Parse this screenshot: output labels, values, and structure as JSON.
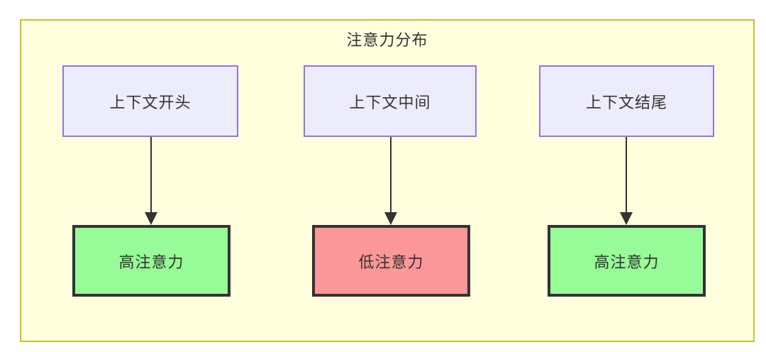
{
  "diagram": {
    "title": "注意力分布",
    "container": {
      "background_color": "#ffffdd",
      "border_color": "#c3c32e"
    },
    "colors": {
      "source_fill": "#ececfd",
      "source_border": "#9771e0",
      "high_fill": "#97fb97",
      "low_fill": "#fb9798",
      "node_border": "#333333",
      "text": "#333333",
      "edge": "#333333"
    },
    "columns": [
      {
        "source_label": "上下文开头",
        "result_label": "高注意力",
        "result_state": "high"
      },
      {
        "source_label": "上下文中间",
        "result_label": "低注意力",
        "result_state": "low"
      },
      {
        "source_label": "上下文结尾",
        "result_label": "高注意力",
        "result_state": "high"
      }
    ],
    "edges": [
      {
        "from": "上下文开头",
        "to": "高注意力",
        "arrow": "down-arrow-icon"
      },
      {
        "from": "上下文中间",
        "to": "低注意力",
        "arrow": "down-arrow-icon"
      },
      {
        "from": "上下文结尾",
        "to": "高注意力",
        "arrow": "down-arrow-icon"
      }
    ]
  }
}
